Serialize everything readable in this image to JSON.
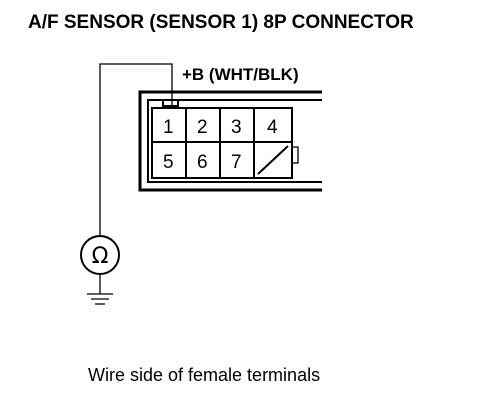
{
  "title": "A/F SENSOR (SENSOR 1) 8P CONNECTOR",
  "wire_label": "+B (WHT/BLK)",
  "connector": {
    "row_top": [
      "1",
      "2",
      "3",
      "4"
    ],
    "row_bottom": [
      "5",
      "6",
      "7"
    ]
  },
  "meter_symbol": "Ω",
  "caption": "Wire side of female terminals"
}
